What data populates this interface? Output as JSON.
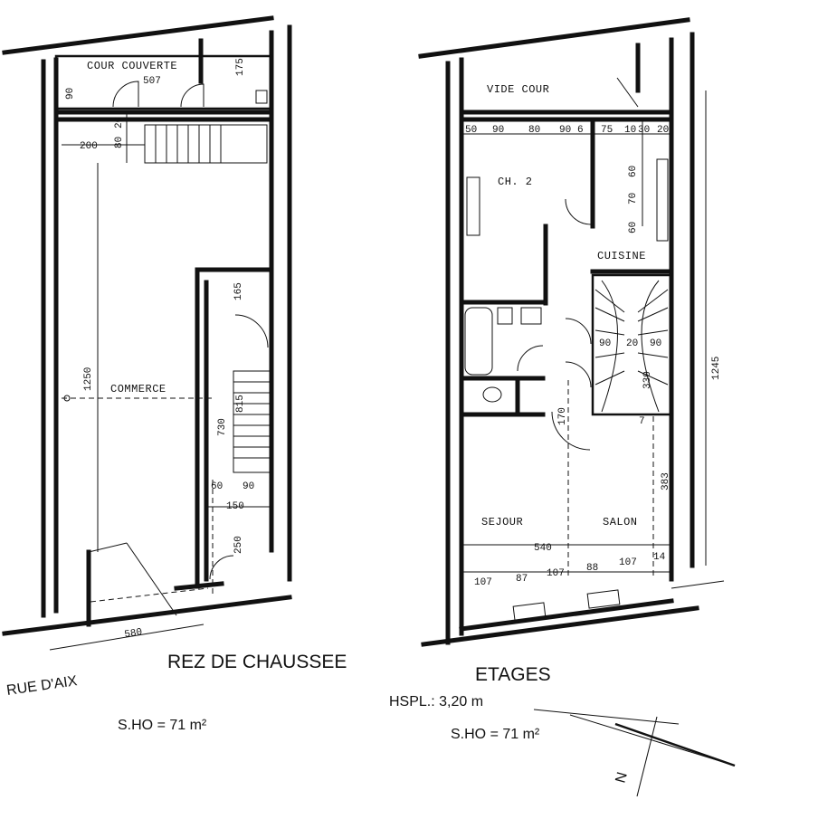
{
  "ground_floor": {
    "title": "REZ DE CHAUSSEE",
    "street": "RUE D'AIX",
    "surface": "S.HO = 71 m²",
    "rooms": {
      "cour": "COUR COUVERTE",
      "commerce": "COMMERCE"
    },
    "dims": {
      "d507": "507",
      "d175": "175",
      "d90": "90",
      "d20": "20",
      "d80": "80",
      "d200": "200",
      "d1250": "1250",
      "d730": "730",
      "d165": "165",
      "d815": "815",
      "d60": "60",
      "d90b": "90",
      "d150": "150",
      "d250": "250",
      "d580": "580"
    }
  },
  "upper_floor": {
    "title": "ETAGES",
    "height": "HSPL.: 3,20 m",
    "surface": "S.HO = 71 m²",
    "rooms": {
      "vide": "VIDE COUR",
      "ch2": "CH. 2",
      "cuisine": "CUISINE",
      "sejour": "SEJOUR",
      "salon": "SALON"
    },
    "dims": {
      "t50": "50",
      "t90": "90",
      "t80": "80",
      "t90b": "90",
      "t6": "6",
      "t75": "75",
      "t10": "10",
      "t30": "30",
      "t20": "20",
      "v60": "60",
      "v70": "70",
      "v60b": "60",
      "s90": "90",
      "s20": "20",
      "s90b": "90",
      "s330": "330",
      "d170": "170",
      "d7": "7",
      "d383": "383",
      "d540": "540",
      "b107": "107",
      "b87": "87",
      "b107b": "107",
      "b88": "88",
      "b107c": "107",
      "b14": "14",
      "d1245": "1245"
    }
  },
  "compass": {
    "north": "N"
  }
}
